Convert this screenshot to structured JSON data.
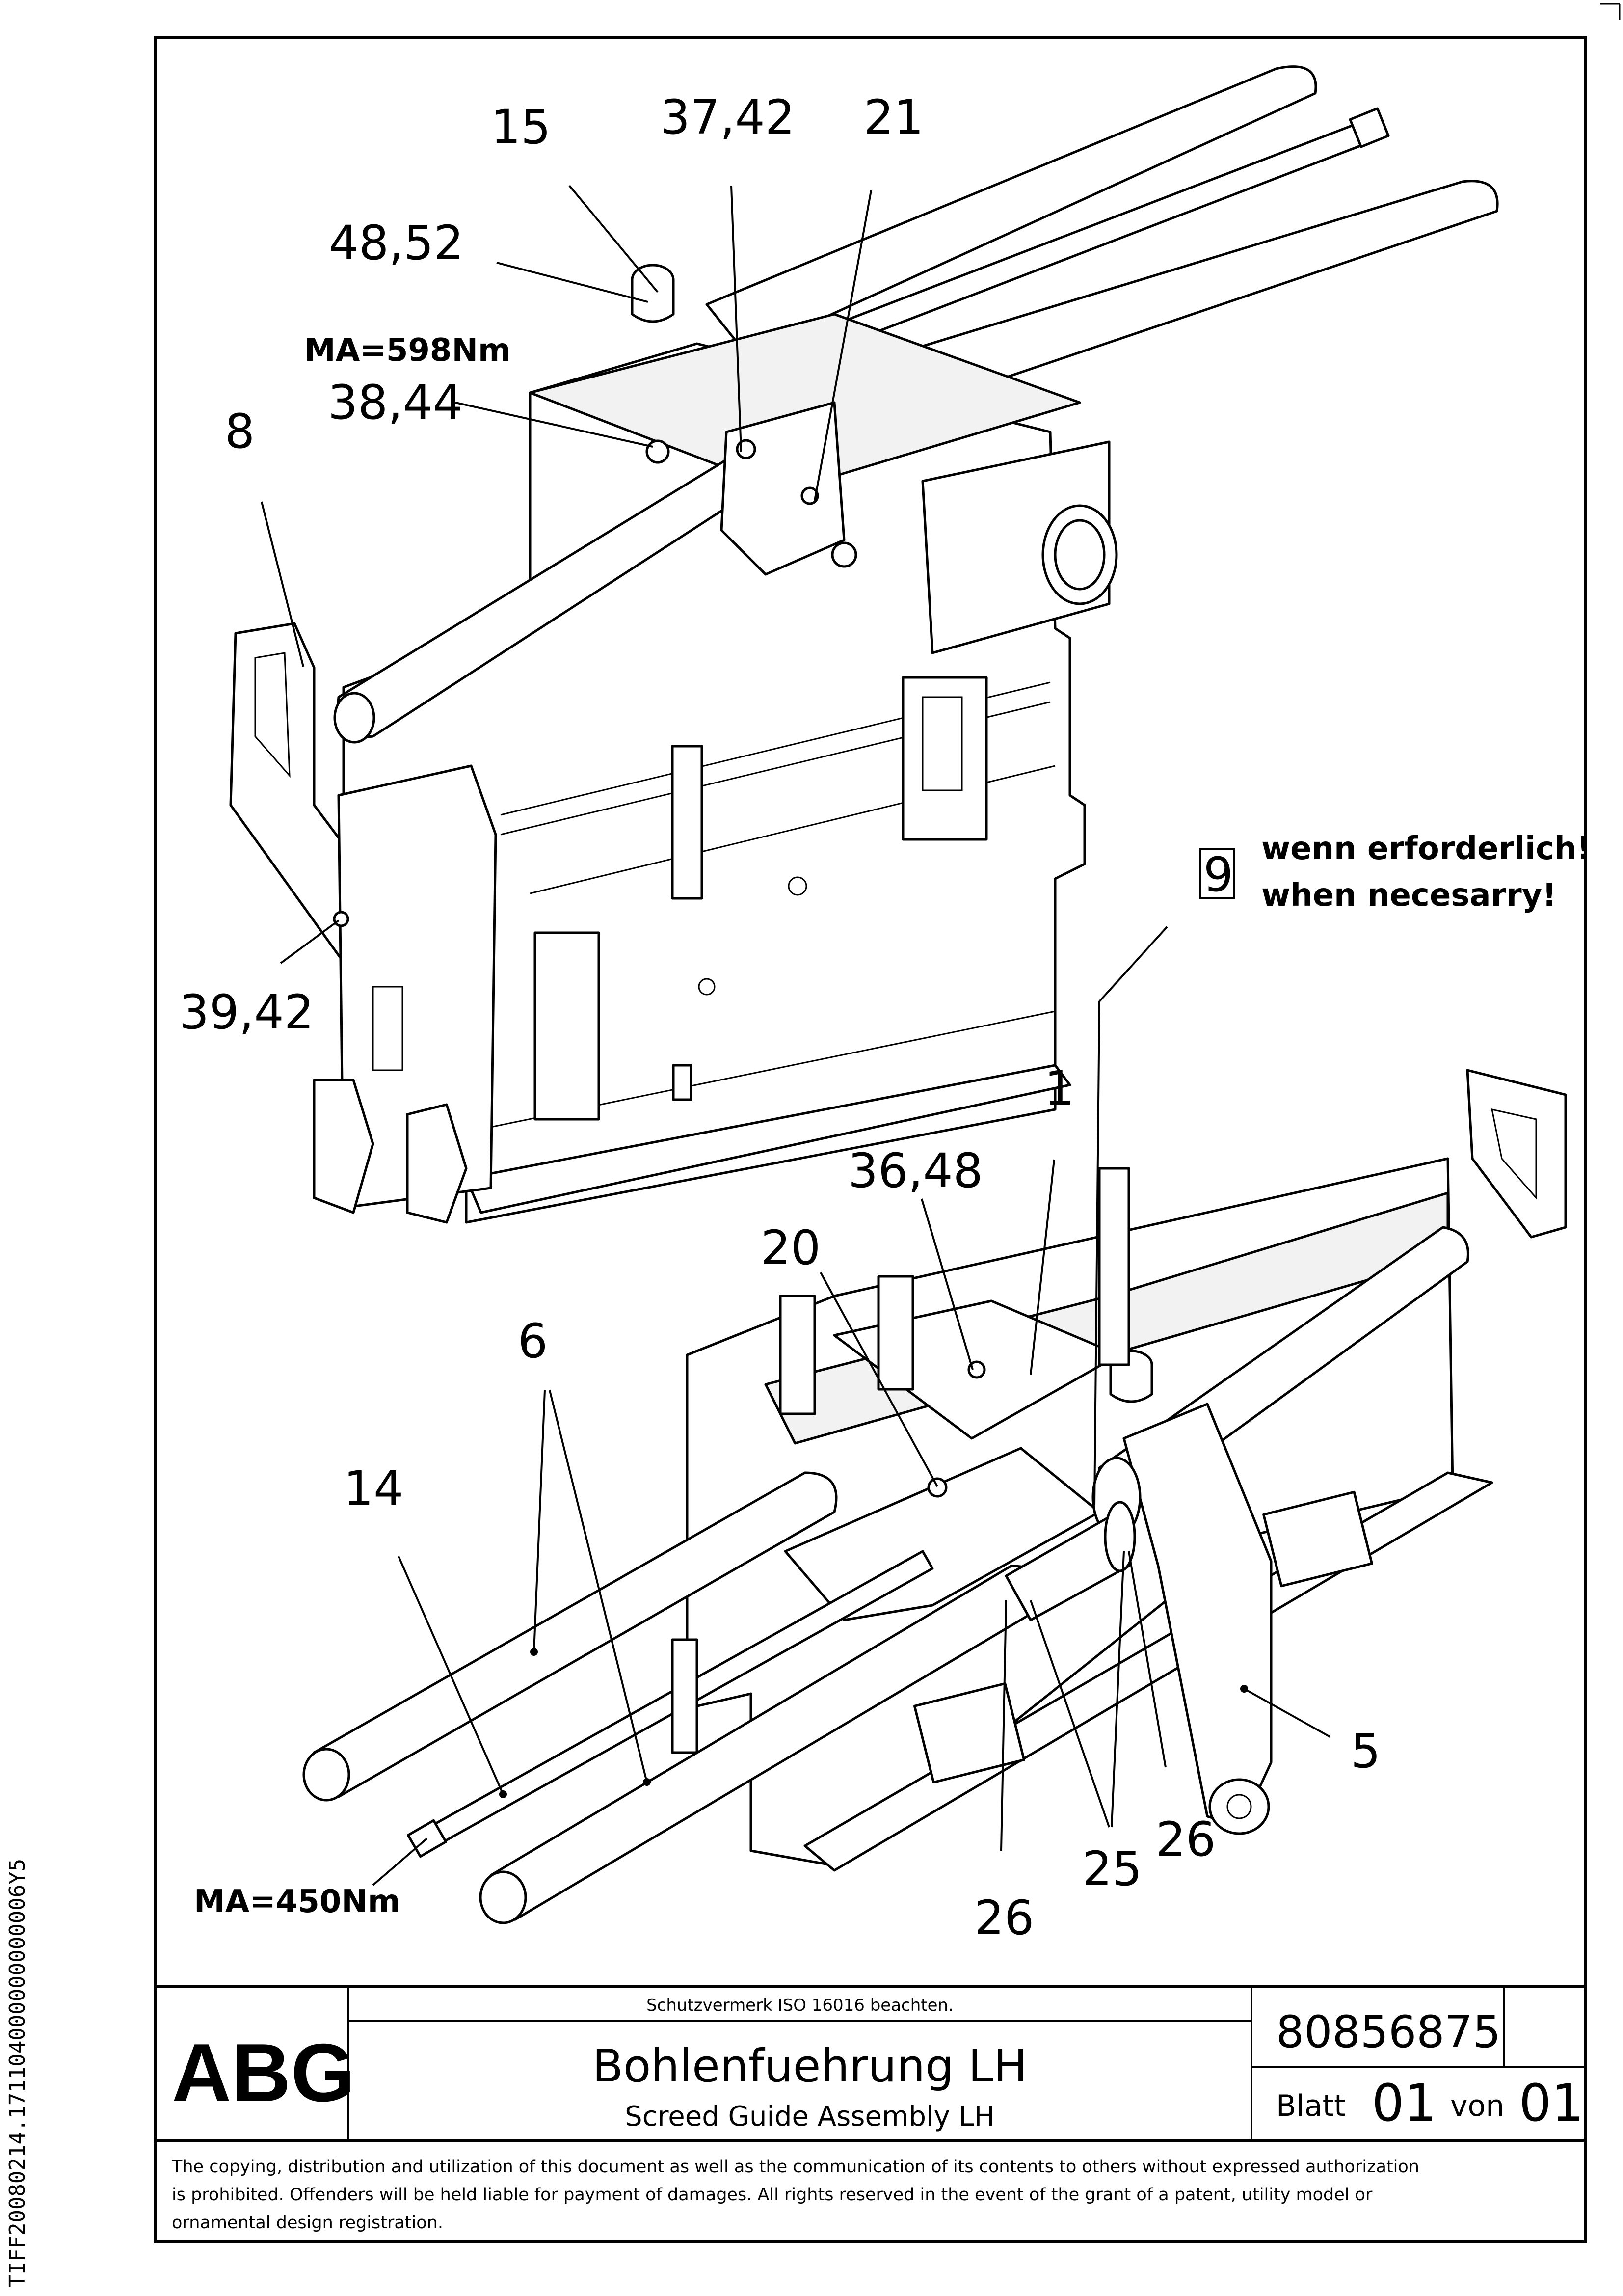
{
  "callouts": {
    "c15": "15",
    "c37_42": "37,42",
    "c21": "21",
    "c48_52": "48,52",
    "c38_44": "38,44",
    "c8": "8",
    "c39_42": "39,42",
    "c1": "1",
    "c36_48": "36,48",
    "c20": "20",
    "c6": "6",
    "c14": "14",
    "c5": "5",
    "c25": "25",
    "c26a": "26",
    "c26b": "26",
    "c9": "9"
  },
  "torque": {
    "top": "MA=598Nm",
    "bottom": "MA=450Nm"
  },
  "note": {
    "de": "wenn erforderlich!",
    "en": "when necesarry!"
  },
  "titleblock": {
    "logo": "ABG",
    "protection": "Schutzvermerk ISO 16016 beachten.",
    "title_de": "Bohlenfuehrung LH",
    "title_en": "Screed Guide Assembly LH",
    "drawing_number": "80856875",
    "sheet_label": "Blatt",
    "sheet_no": "01",
    "of_label": "von",
    "sheet_total": "01"
  },
  "legal": {
    "line1": "The copying, distribution and utilization of this document as well as the communication of its contents to others without expressed authorization",
    "line2": "is prohibited. Offenders will be held liable for payment of damages. All rights reserved in the event of the grant of a patent, utility model or",
    "line3": "ornamental design registration."
  },
  "side_id": "TIFF20080214.171104000000000006Y5"
}
